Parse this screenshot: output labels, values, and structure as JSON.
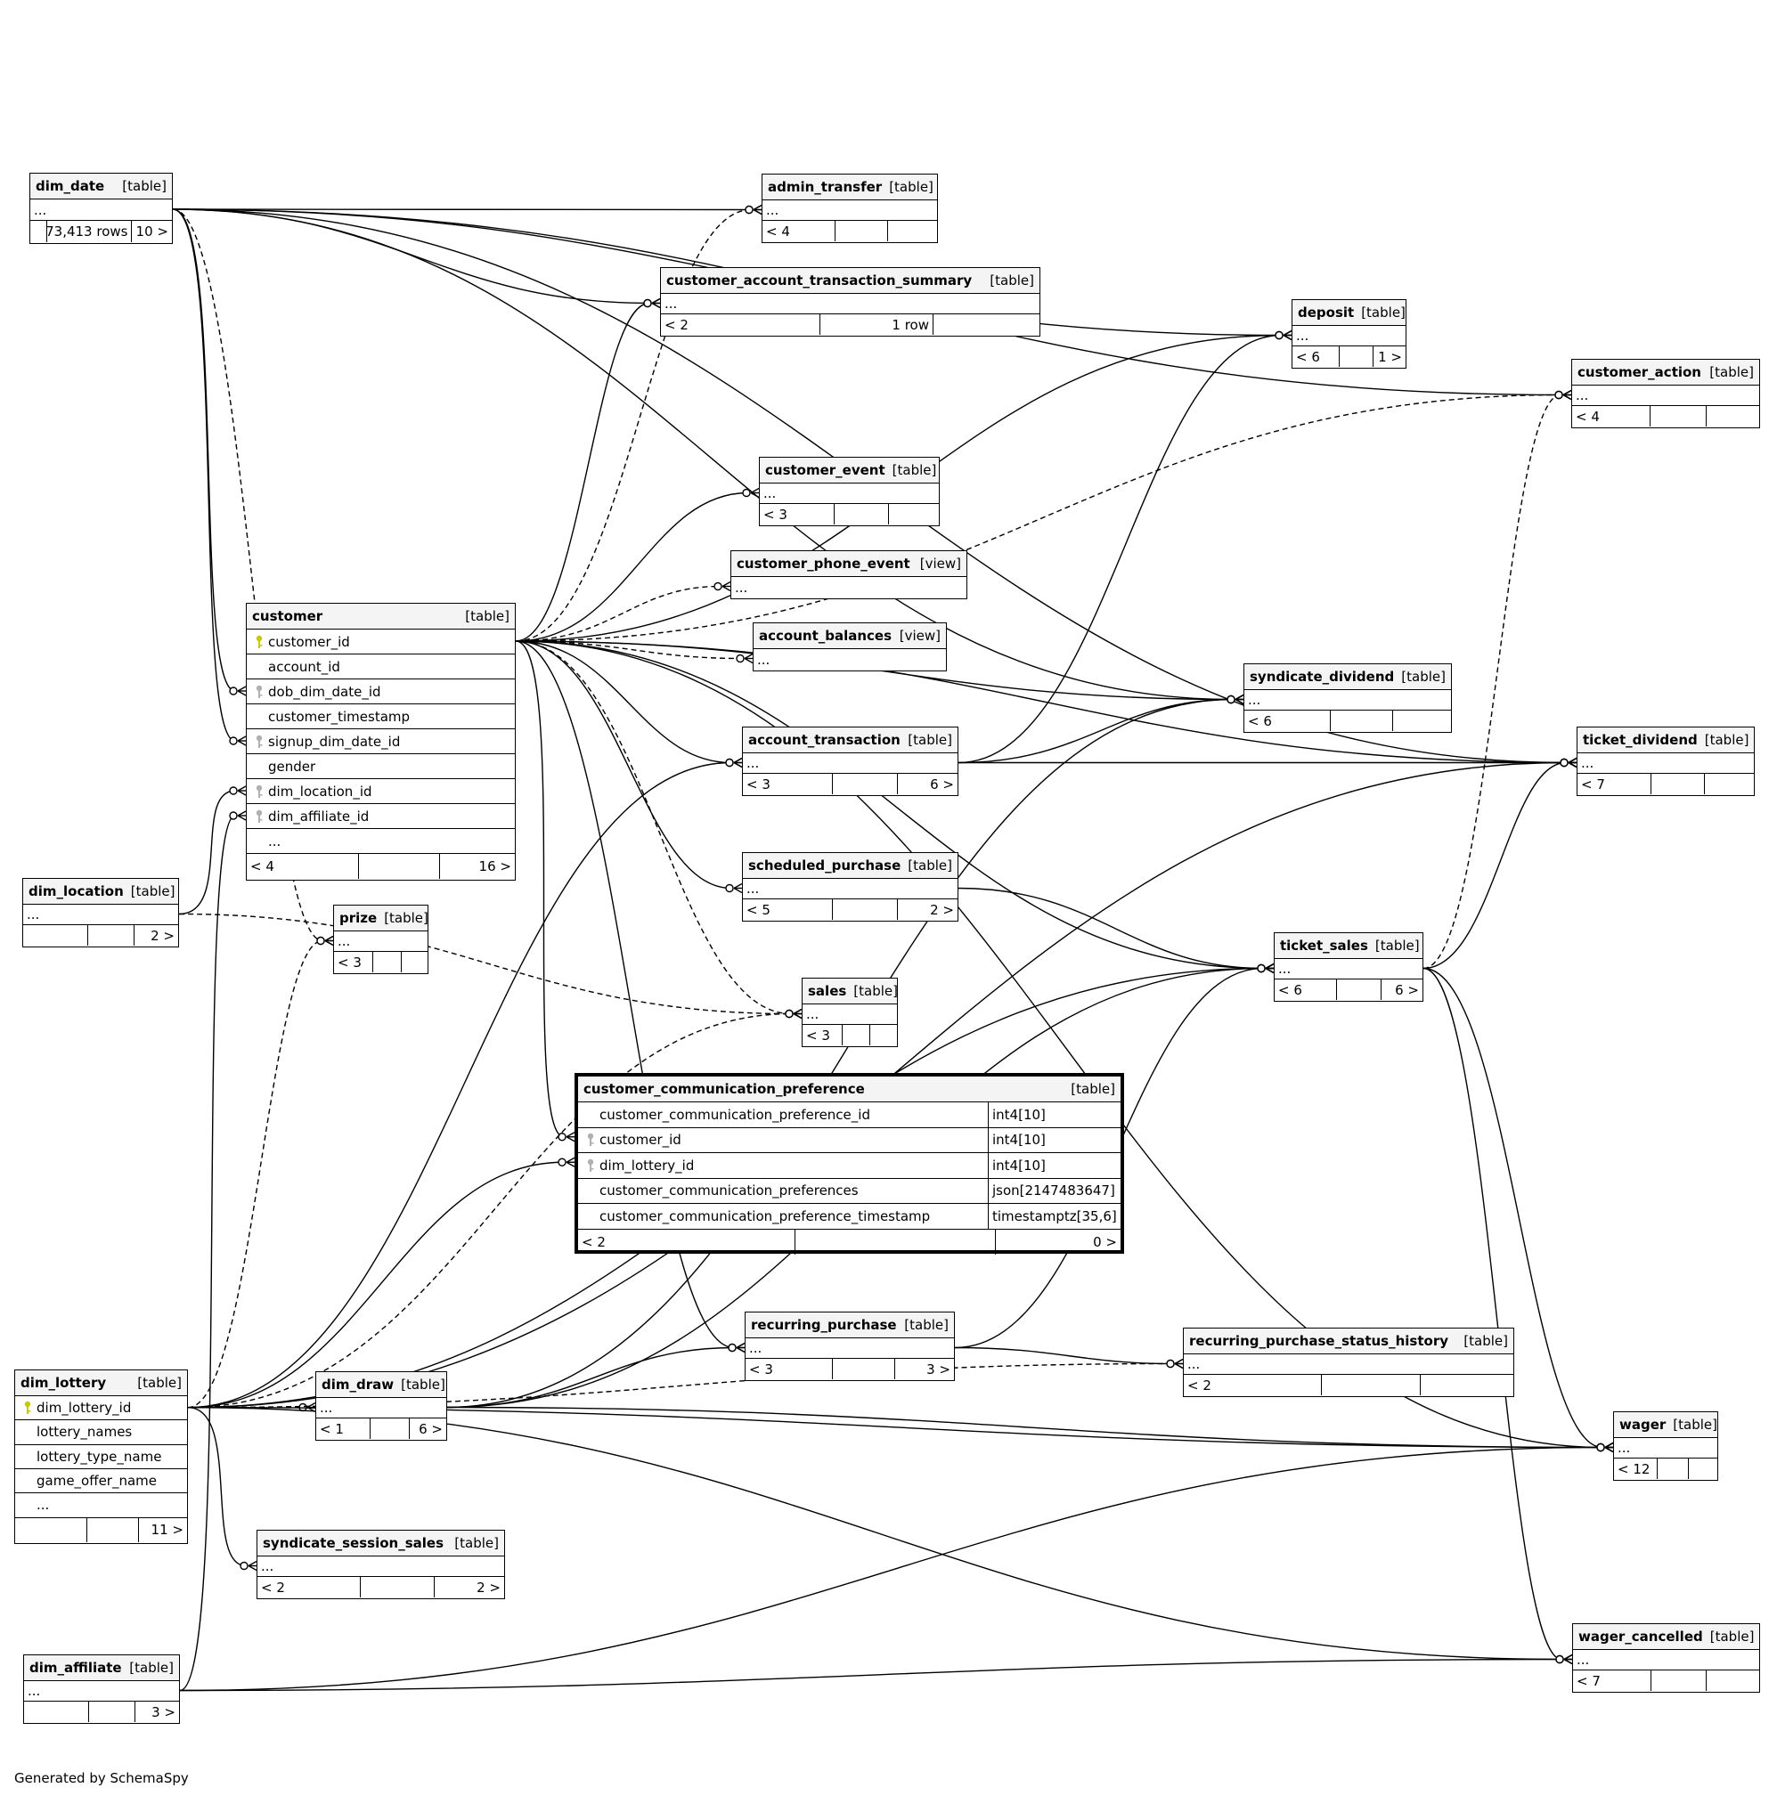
{
  "footer": {
    "generated_by": "Generated by SchemaSpy"
  },
  "tables": [
    {
      "id": "dim_date",
      "name": "dim_date",
      "type": "[table]",
      "rows": [
        "..."
      ],
      "footer": [
        "",
        "73,413 rows",
        "10 >"
      ]
    },
    {
      "id": "admin_transfer",
      "name": "admin_transfer",
      "type": "[table]",
      "rows": [
        "..."
      ],
      "footer": [
        "< 4",
        "",
        ""
      ]
    },
    {
      "id": "cats",
      "name": "customer_account_transaction_summary",
      "type": "[table]",
      "rows": [
        "..."
      ],
      "footer": [
        "< 2",
        "1 row",
        ""
      ]
    },
    {
      "id": "deposit",
      "name": "deposit",
      "type": "[table]",
      "rows": [
        "..."
      ],
      "footer": [
        "< 6",
        "",
        "1 >"
      ]
    },
    {
      "id": "customer_action",
      "name": "customer_action",
      "type": "[table]",
      "rows": [
        "..."
      ],
      "footer": [
        "< 4",
        "",
        ""
      ]
    },
    {
      "id": "customer_event",
      "name": "customer_event",
      "type": "[table]",
      "rows": [
        "..."
      ],
      "footer": [
        "< 3",
        "",
        ""
      ]
    },
    {
      "id": "customer_phone_event",
      "name": "customer_phone_event",
      "type": "[view]",
      "rows": [
        "..."
      ],
      "footer": null
    },
    {
      "id": "account_balances",
      "name": "account_balances",
      "type": "[view]",
      "rows": [
        "..."
      ],
      "footer": null
    },
    {
      "id": "customer",
      "name": "customer",
      "type": "[table]",
      "rows": [
        {
          "name": "customer_id",
          "key": "pk"
        },
        {
          "name": "account_id",
          "key": ""
        },
        {
          "name": "dob_dim_date_id",
          "key": "fk"
        },
        {
          "name": "customer_timestamp",
          "key": ""
        },
        {
          "name": "signup_dim_date_id",
          "key": "fk"
        },
        {
          "name": "gender",
          "key": ""
        },
        {
          "name": "dim_location_id",
          "key": "fk"
        },
        {
          "name": "dim_affiliate_id",
          "key": "fk"
        },
        {
          "name": "...",
          "key": ""
        }
      ],
      "footer": [
        "< 4",
        "",
        "16 >"
      ]
    },
    {
      "id": "syndicate_dividend",
      "name": "syndicate_dividend",
      "type": "[table]",
      "rows": [
        "..."
      ],
      "footer": [
        "< 6",
        "",
        ""
      ]
    },
    {
      "id": "account_transaction",
      "name": "account_transaction",
      "type": "[table]",
      "rows": [
        "..."
      ],
      "footer": [
        "< 3",
        "",
        "6 >"
      ]
    },
    {
      "id": "ticket_dividend",
      "name": "ticket_dividend",
      "type": "[table]",
      "rows": [
        "..."
      ],
      "footer": [
        "< 7",
        "",
        ""
      ]
    },
    {
      "id": "dim_location",
      "name": "dim_location",
      "type": "[table]",
      "rows": [
        "..."
      ],
      "footer": [
        "",
        "",
        "2 >"
      ]
    },
    {
      "id": "prize",
      "name": "prize",
      "type": "[table]",
      "rows": [
        "..."
      ],
      "footer": [
        "< 3",
        "",
        ""
      ]
    },
    {
      "id": "scheduled_purchase",
      "name": "scheduled_purchase",
      "type": "[table]",
      "rows": [
        "..."
      ],
      "footer": [
        "< 5",
        "",
        "2 >"
      ]
    },
    {
      "id": "ticket_sales",
      "name": "ticket_sales",
      "type": "[table]",
      "rows": [
        "..."
      ],
      "footer": [
        "< 6",
        "",
        "6 >"
      ]
    },
    {
      "id": "sales",
      "name": "sales",
      "type": "[table]",
      "rows": [
        "..."
      ],
      "footer": [
        "< 3",
        "",
        ""
      ]
    },
    {
      "id": "ccp",
      "name": "customer_communication_preference",
      "type": "[table]",
      "focus": true,
      "rows": [
        {
          "name": "customer_communication_preference_id",
          "key": "",
          "dtype": "int4[10]"
        },
        {
          "name": "customer_id",
          "key": "fk",
          "dtype": "int4[10]"
        },
        {
          "name": "dim_lottery_id",
          "key": "fk",
          "dtype": "int4[10]"
        },
        {
          "name": "customer_communication_preferences",
          "key": "",
          "dtype": "json[2147483647]"
        },
        {
          "name": "customer_communication_preference_timestamp",
          "key": "",
          "dtype": "timestamptz[35,6]"
        }
      ],
      "footer": [
        "< 2",
        "",
        "0 >"
      ]
    },
    {
      "id": "recurring_purchase",
      "name": "recurring_purchase",
      "type": "[table]",
      "rows": [
        "..."
      ],
      "footer": [
        "< 3",
        "",
        "3 >"
      ]
    },
    {
      "id": "rpsh",
      "name": "recurring_purchase_status_history",
      "type": "[table]",
      "rows": [
        "..."
      ],
      "footer": [
        "< 2",
        "",
        ""
      ]
    },
    {
      "id": "dim_lottery",
      "name": "dim_lottery",
      "type": "[table]",
      "rows": [
        {
          "name": "dim_lottery_id",
          "key": "pk"
        },
        {
          "name": "lottery_names",
          "key": ""
        },
        {
          "name": "lottery_type_name",
          "key": ""
        },
        {
          "name": "game_offer_name",
          "key": ""
        },
        {
          "name": "...",
          "key": ""
        }
      ],
      "footer": [
        "",
        "",
        "11 >"
      ]
    },
    {
      "id": "dim_draw",
      "name": "dim_draw",
      "type": "[table]",
      "rows": [
        "..."
      ],
      "footer": [
        "< 1",
        "",
        "6 >"
      ]
    },
    {
      "id": "wager",
      "name": "wager",
      "type": "[table]",
      "rows": [
        "..."
      ],
      "footer": [
        "< 12",
        "",
        ""
      ]
    },
    {
      "id": "sss",
      "name": "syndicate_session_sales",
      "type": "[table]",
      "rows": [
        "..."
      ],
      "footer": [
        "< 2",
        "",
        "2 >"
      ]
    },
    {
      "id": "dim_affiliate",
      "name": "dim_affiliate",
      "type": "[table]",
      "rows": [
        "..."
      ],
      "footer": [
        "",
        "",
        "3 >"
      ]
    },
    {
      "id": "wager_cancelled",
      "name": "wager_cancelled",
      "type": "[table]",
      "rows": [
        "..."
      ],
      "footer": [
        "< 7",
        "",
        ""
      ]
    }
  ],
  "relationships": [
    {
      "from": "dim_date",
      "to": "admin_transfer",
      "style": "solid"
    },
    {
      "from": "dim_date",
      "to": "cats",
      "style": "solid"
    },
    {
      "from": "dim_date",
      "to": "deposit",
      "style": "solid"
    },
    {
      "from": "dim_date",
      "to": "customer_action",
      "style": "solid"
    },
    {
      "from": "dim_date",
      "to": "ticket_dividend",
      "style": "solid"
    },
    {
      "from": "dim_date",
      "to": "syndicate_dividend",
      "style": "solid"
    },
    {
      "from": "dim_date",
      "to": "customer.dob_dim_date_id",
      "style": "solid"
    },
    {
      "from": "dim_date",
      "to": "customer.signup_dim_date_id",
      "style": "solid"
    },
    {
      "from": "dim_date",
      "to": "prize",
      "style": "dashed"
    },
    {
      "from": "customer",
      "to": "admin_transfer",
      "style": "dashed"
    },
    {
      "from": "customer",
      "to": "cats",
      "style": "solid"
    },
    {
      "from": "customer",
      "to": "deposit",
      "style": "solid"
    },
    {
      "from": "customer",
      "to": "customer_action",
      "style": "dashed"
    },
    {
      "from": "customer",
      "to": "customer_event",
      "style": "solid"
    },
    {
      "from": "customer",
      "to": "customer_phone_event",
      "style": "dashed"
    },
    {
      "from": "customer",
      "to": "account_balances",
      "style": "dashed"
    },
    {
      "from": "customer",
      "to": "syndicate_dividend",
      "style": "solid"
    },
    {
      "from": "customer",
      "to": "account_transaction",
      "style": "solid"
    },
    {
      "from": "customer",
      "to": "ticket_dividend",
      "style": "solid"
    },
    {
      "from": "customer",
      "to": "scheduled_purchase",
      "style": "solid"
    },
    {
      "from": "customer",
      "to": "ticket_sales",
      "style": "solid"
    },
    {
      "from": "customer",
      "to": "sales",
      "style": "dashed"
    },
    {
      "from": "customer",
      "to": "ccp.customer_id",
      "style": "solid"
    },
    {
      "from": "customer",
      "to": "recurring_purchase",
      "style": "solid"
    },
    {
      "from": "customer",
      "to": "wager",
      "style": "solid"
    },
    {
      "from": "account_transaction",
      "to": "deposit",
      "style": "solid"
    },
    {
      "from": "account_transaction",
      "to": "syndicate_dividend",
      "style": "solid"
    },
    {
      "from": "account_transaction",
      "to": "ticket_dividend",
      "style": "solid"
    },
    {
      "from": "scheduled_purchase",
      "to": "ticket_sales",
      "style": "solid"
    },
    {
      "from": "ticket_sales",
      "to": "ticket_dividend",
      "style": "solid"
    },
    {
      "from": "ticket_sales",
      "to": "customer_action",
      "style": "dashed"
    },
    {
      "from": "ticket_sales",
      "to": "wager",
      "style": "solid"
    },
    {
      "from": "ticket_sales",
      "to": "wager_cancelled",
      "style": "solid"
    },
    {
      "from": "recurring_purchase",
      "to": "rpsh",
      "style": "solid"
    },
    {
      "from": "recurring_purchase",
      "to": "ticket_sales",
      "style": "solid"
    },
    {
      "from": "dim_location",
      "to": "customer.dim_location_id",
      "style": "solid"
    },
    {
      "from": "dim_location",
      "to": "sales",
      "style": "dashed"
    },
    {
      "from": "dim_affiliate",
      "to": "customer.dim_affiliate_id",
      "style": "solid"
    },
    {
      "from": "dim_affiliate",
      "to": "wager",
      "style": "solid"
    },
    {
      "from": "dim_affiliate",
      "to": "wager_cancelled",
      "style": "solid"
    },
    {
      "from": "dim_lottery",
      "to": "dim_draw",
      "style": "dashed"
    },
    {
      "from": "dim_lottery",
      "to": "ccp.dim_lottery_id",
      "style": "solid"
    },
    {
      "from": "dim_lottery",
      "to": "sss",
      "style": "solid"
    },
    {
      "from": "dim_lottery",
      "to": "account_transaction",
      "style": "solid"
    },
    {
      "from": "dim_lottery",
      "to": "prize",
      "style": "dashed"
    },
    {
      "from": "dim_lottery",
      "to": "sales",
      "style": "dashed"
    },
    {
      "from": "dim_lottery",
      "to": "ticket_sales",
      "style": "solid"
    },
    {
      "from": "dim_lottery",
      "to": "ticket_dividend",
      "style": "solid"
    },
    {
      "from": "dim_lottery",
      "to": "wager",
      "style": "solid"
    },
    {
      "from": "dim_lottery",
      "to": "wager_cancelled",
      "style": "solid"
    },
    {
      "from": "dim_lottery",
      "to": "rpsh",
      "style": "dashed"
    },
    {
      "from": "dim_draw",
      "to": "recurring_purchase",
      "style": "solid"
    },
    {
      "from": "dim_draw",
      "to": "syndicate_dividend",
      "style": "solid"
    },
    {
      "from": "dim_draw",
      "to": "wager",
      "style": "solid"
    },
    {
      "from": "dim_draw",
      "to": "ticket_sales",
      "style": "solid"
    }
  ]
}
